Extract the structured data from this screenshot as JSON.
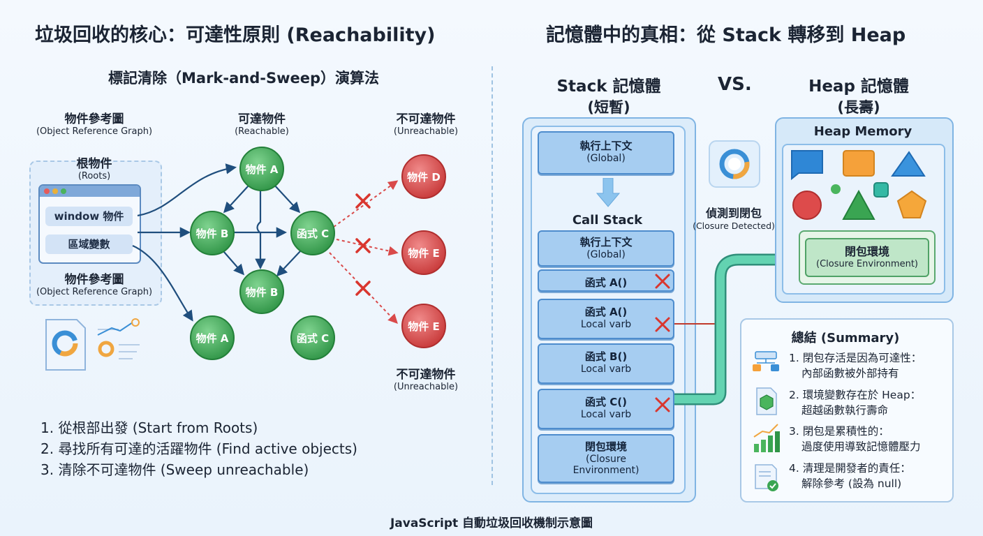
{
  "left": {
    "title": "垃圾回收的核心：可達性原則 (Reachability)",
    "subtitle": "標記清除（Mark-and-Sweep）演算法",
    "graph_label": "物件參考圖",
    "graph_label_en": "(Object Reference Graph)",
    "reachable_label": "可達物件",
    "reachable_label_en": "(Reachable)",
    "unreachable_label": "不可達物件",
    "unreachable_label_en": "(Unreachable)",
    "roots_label": "根物件",
    "roots_label_en": "(Roots)",
    "window_item": "window 物件",
    "local_item": "區域變數",
    "graph_label_bottom": "物件參考圖",
    "graph_label_bottom_en": "(Object Reference Graph)",
    "nodes": {
      "a": "物件 A",
      "b": "物件 B",
      "c": "函式 C",
      "b2": "物件 B",
      "a2": "物件 A",
      "c2": "函式 C",
      "d": "物件 D",
      "e1": "物件 E",
      "e2": "物件 E"
    },
    "unreachable_label_bottom": "不可達物件",
    "unreachable_label_bottom_en": "(Unreachable)",
    "steps": [
      "1. 從根部出發 (Start from Roots)",
      "2. 尋找所有可達的活躍物件 (Find active objects)",
      "3. 清除不可達物件 (Sweep unreachable)"
    ]
  },
  "right": {
    "title": "記憶體中的真相：從 Stack 轉移到 Heap",
    "stack_title": "Stack 記憶體",
    "stack_sub": "(短暫)",
    "vs": "VS.",
    "heap_title": "Heap 記憶體",
    "heap_sub": "(長壽)",
    "exec_global_1": "執行上下文",
    "exec_global_1b": "(Global)",
    "call_stack": "Call Stack",
    "exec_global_2": "執行上下文",
    "exec_global_2b": "(Global)",
    "func_a": "函式 A()",
    "func_a_local_1": "函式 A()",
    "func_a_local_2": "Local varb",
    "func_b_local_1": "函式 B()",
    "func_b_local_2": "Local varb",
    "func_c_local_1": "函式 C()",
    "func_c_local_2": "Local varb",
    "closure_env_1": "閉包環境",
    "closure_env_2": "(Closure",
    "closure_env_3": "Environment)",
    "detected_1": "偵測到閉包",
    "detected_2": "(Closure Detected)",
    "heap_memory": "Heap Memory",
    "heap_closure_1": "閉包環境",
    "heap_closure_2": "(Closure Environment)",
    "summary_title": "總結 (Summary)",
    "summary": [
      {
        "line1": "1. 閉包存活是因為可達性：",
        "line2": "內部函數被外部持有"
      },
      {
        "line1": "2. 環境變數存在於 Heap：",
        "line2": "超越函數執行壽命"
      },
      {
        "line1": "3. 閉包是累積性的：",
        "line2": "過度使用導致記憶體壓力"
      },
      {
        "line1": "4. 清理是開發者的責任：",
        "line2": "解除參考 (設為 null)"
      }
    ]
  },
  "caption": "JavaScript 自動垃圾回收機制示意圖",
  "colors": {
    "reachable": "#3aa552",
    "unreachable": "#d94a4a",
    "arrow": "#1f4e7d",
    "stack_frame": "#a6cdf1",
    "closure": "#bfe6c8"
  }
}
